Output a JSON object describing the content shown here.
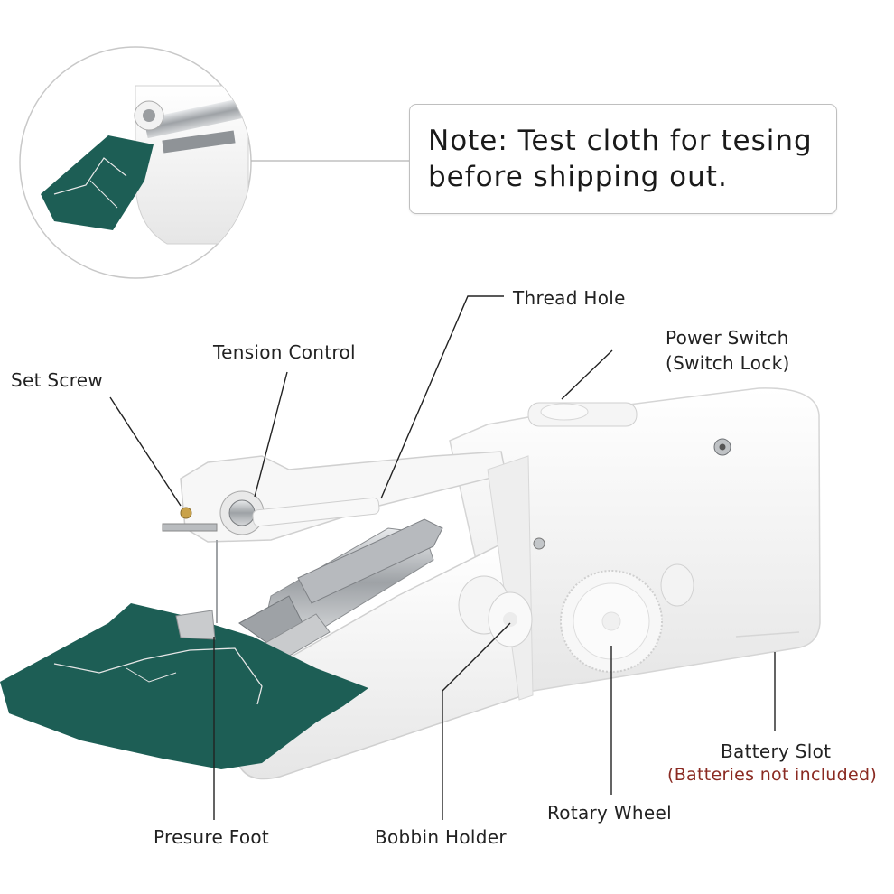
{
  "note": {
    "line1": "Note: Test cloth for tesing",
    "line2": "before shipping out."
  },
  "labels": {
    "thread_hole": "Thread Hole",
    "tension_control": "Tension Control",
    "set_screw": "Set Screw",
    "power_switch": "Power Switch",
    "power_switch_sub": "(Switch Lock)",
    "battery_slot": "Battery Slot",
    "battery_slot_sub": "(Batteries not included)",
    "rotary_wheel": "Rotary Wheel",
    "bobbin_holder": "Bobbin Holder",
    "presure_foot": "Presure Foot"
  },
  "colors": {
    "cloth": "#1d5e55",
    "cloth_dark": "#154a43",
    "body": "#f4f4f4",
    "outline": "#d2d2d2",
    "metal": "#b9bcbf",
    "red_note": "#8a2a22"
  }
}
